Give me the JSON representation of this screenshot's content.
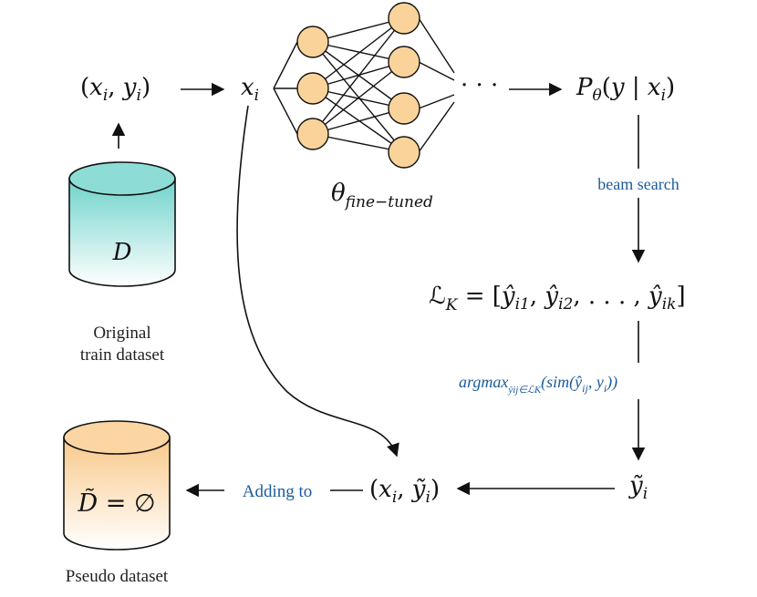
{
  "nodes": {
    "pair": "(x_i, y_i)",
    "x": "x_i",
    "dots": "· · ·",
    "prob": "P_θ(y | x_i)",
    "theta_label": "θ_fine−tuned",
    "beam_list": "L_K = [ŷ_i1, ŷ_i2, ..., ŷ_ik]",
    "y_tilde": "ỹ_i",
    "pseudo_pair": "(x_i, ỹ_i)"
  },
  "db_original": {
    "symbol": "D",
    "caption_line1": "Original",
    "caption_line2": "train dataset",
    "color": "#8dddd6"
  },
  "db_pseudo": {
    "symbol": "D̃ = ∅",
    "caption": "Pseudo dataset",
    "color": "#fbd6a2"
  },
  "edge_labels": {
    "beam_search": "beam search",
    "argmax": "argmax_{ŷij∈LK}(sim(ŷij, yi))",
    "adding_to": "Adding to"
  },
  "colors": {
    "label_blue": "#1c5b9c",
    "neuron": "#fad39a"
  }
}
